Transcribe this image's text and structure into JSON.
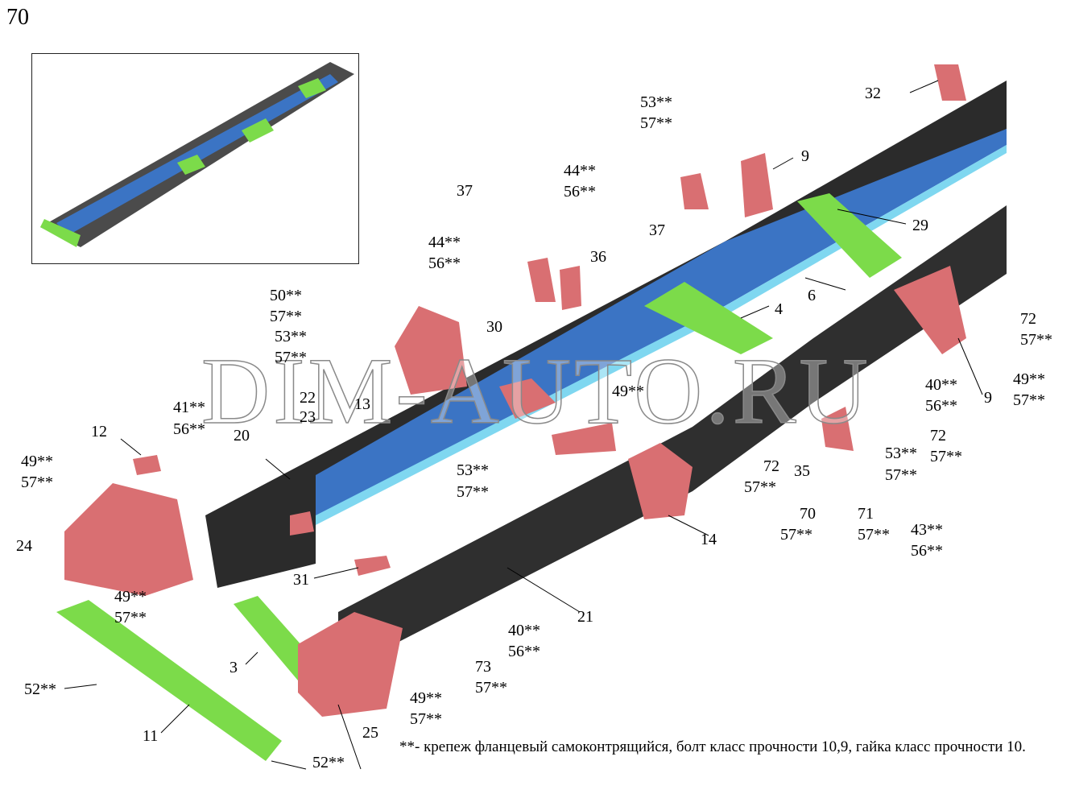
{
  "page_number": "70",
  "watermark": "DIM-AUTO.RU",
  "footnote": "**- крепеж фланцевый самоконтрящийся, болт класс прочности 10,9, гайка класс прочности 10.",
  "colors": {
    "frame_rail": "#2b2b2b",
    "frame_inner": "#3b74c4",
    "frame_flange": "#7fd7f0",
    "cross_member": "#7cdb4a",
    "bracket": "#d96f72",
    "bolt": "#d9a43a"
  },
  "labels": {
    "l3": "3",
    "l4": "4",
    "l6": "6",
    "l9a": "9",
    "l9b": "9",
    "l11": "11",
    "l12": "12",
    "l13": "13",
    "l14": "14",
    "l20": "20",
    "l21": "21",
    "l22": "22",
    "l23": "23",
    "l24": "24",
    "l25": "25",
    "l29": "29",
    "l30": "30",
    "l31": "31",
    "l32": "32",
    "l35": "35",
    "l36": "36",
    "l37a": "37",
    "l37b": "37",
    "g41a": "41**",
    "g41b": "56**",
    "g44a_t": "44**",
    "g44a_b": "56**",
    "g44b_t": "44**",
    "g44b_b": "56**",
    "g50_t": "50**",
    "g50_b": "57**",
    "g53a_t": "53**",
    "g53a_b": "57**",
    "g53b_t": "53**",
    "g53b_b": "57**",
    "g53c_t": "53**",
    "g53c_b": "57**",
    "g53d_t": "53**",
    "g53d_b": "57**",
    "g49a_t": "49**",
    "g49a_b": "57**",
    "g49b_t": "49**",
    "g49b_b": "57**",
    "g49c": "49**",
    "g49d_t": "49**",
    "g49d_b": "57**",
    "g49e_t": "49**",
    "g49e_b": "57**",
    "g72a_t": "72",
    "g72a_b": "57**",
    "g72b_t": "72",
    "g72b_b": "57**",
    "g72c_t": "72",
    "g72c_b": "57**",
    "g40a_t": "40**",
    "g40a_b": "56**",
    "g40b_t": "40**",
    "g40b_b": "56**",
    "g70_t": "70",
    "g70_b": "57**",
    "g71_t": "71",
    "g71_b": "57**",
    "g43_t": "43**",
    "g43_b": "56**",
    "g73_t": "73",
    "g73_b": "57**",
    "g52a": "52**",
    "g52b": "52**"
  }
}
